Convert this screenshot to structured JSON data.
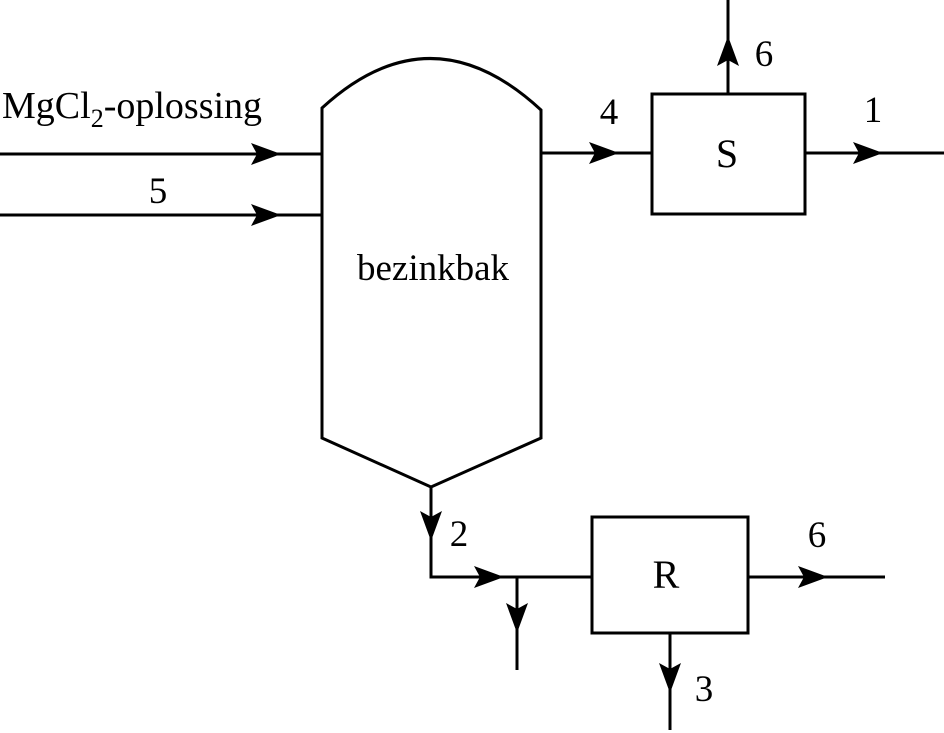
{
  "colors": {
    "background": "#ffffff",
    "line": "#000000"
  },
  "feed": {
    "prefix": "MgCl",
    "subscript": "2",
    "suffix": "-oplossing"
  },
  "vessel": {
    "label": "bezinkbak"
  },
  "units": {
    "separator": "S",
    "reactor": "R"
  },
  "streams": {
    "s1": "1",
    "s2": "2",
    "s3": "3",
    "s4": "4",
    "s5": "5",
    "s6_from_separator": "6",
    "s6_from_reactor": "6"
  }
}
